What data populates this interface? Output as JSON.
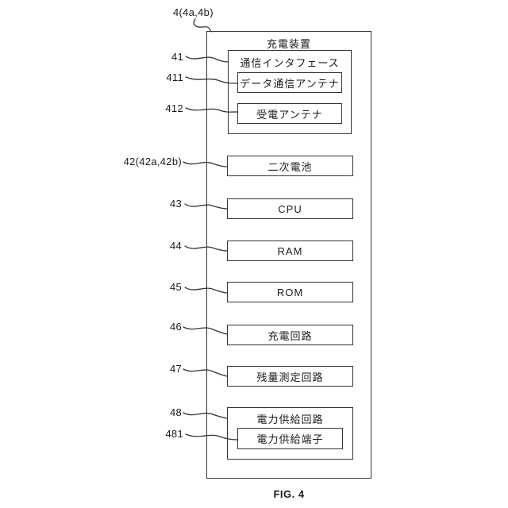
{
  "figure": {
    "caption": "FIG. 4",
    "outer_ref": "4(4a,4b)",
    "outer_title": "充電装置"
  },
  "blocks": {
    "comm_interface": {
      "ref": "41",
      "label": "通信インタフェース"
    },
    "data_antenna": {
      "ref": "411",
      "label": "データ通信アンテナ"
    },
    "recv_antenna": {
      "ref": "412",
      "label": "受電アンテナ"
    },
    "battery": {
      "ref": "42(42a,42b)",
      "label": "二次電池"
    },
    "cpu": {
      "ref": "43",
      "label": "CPU"
    },
    "ram": {
      "ref": "44",
      "label": "RAM"
    },
    "rom": {
      "ref": "45",
      "label": "ROM"
    },
    "charge_circuit": {
      "ref": "46",
      "label": "充電回路"
    },
    "gauge_circuit": {
      "ref": "47",
      "label": "残量測定回路"
    },
    "power_circuit": {
      "ref": "48",
      "label": "電力供給回路"
    },
    "power_terminal": {
      "ref": "481",
      "label": "電力供給端子"
    }
  },
  "colors": {
    "line": "#333333",
    "text": "#1a1a1a",
    "background": "#ffffff"
  }
}
